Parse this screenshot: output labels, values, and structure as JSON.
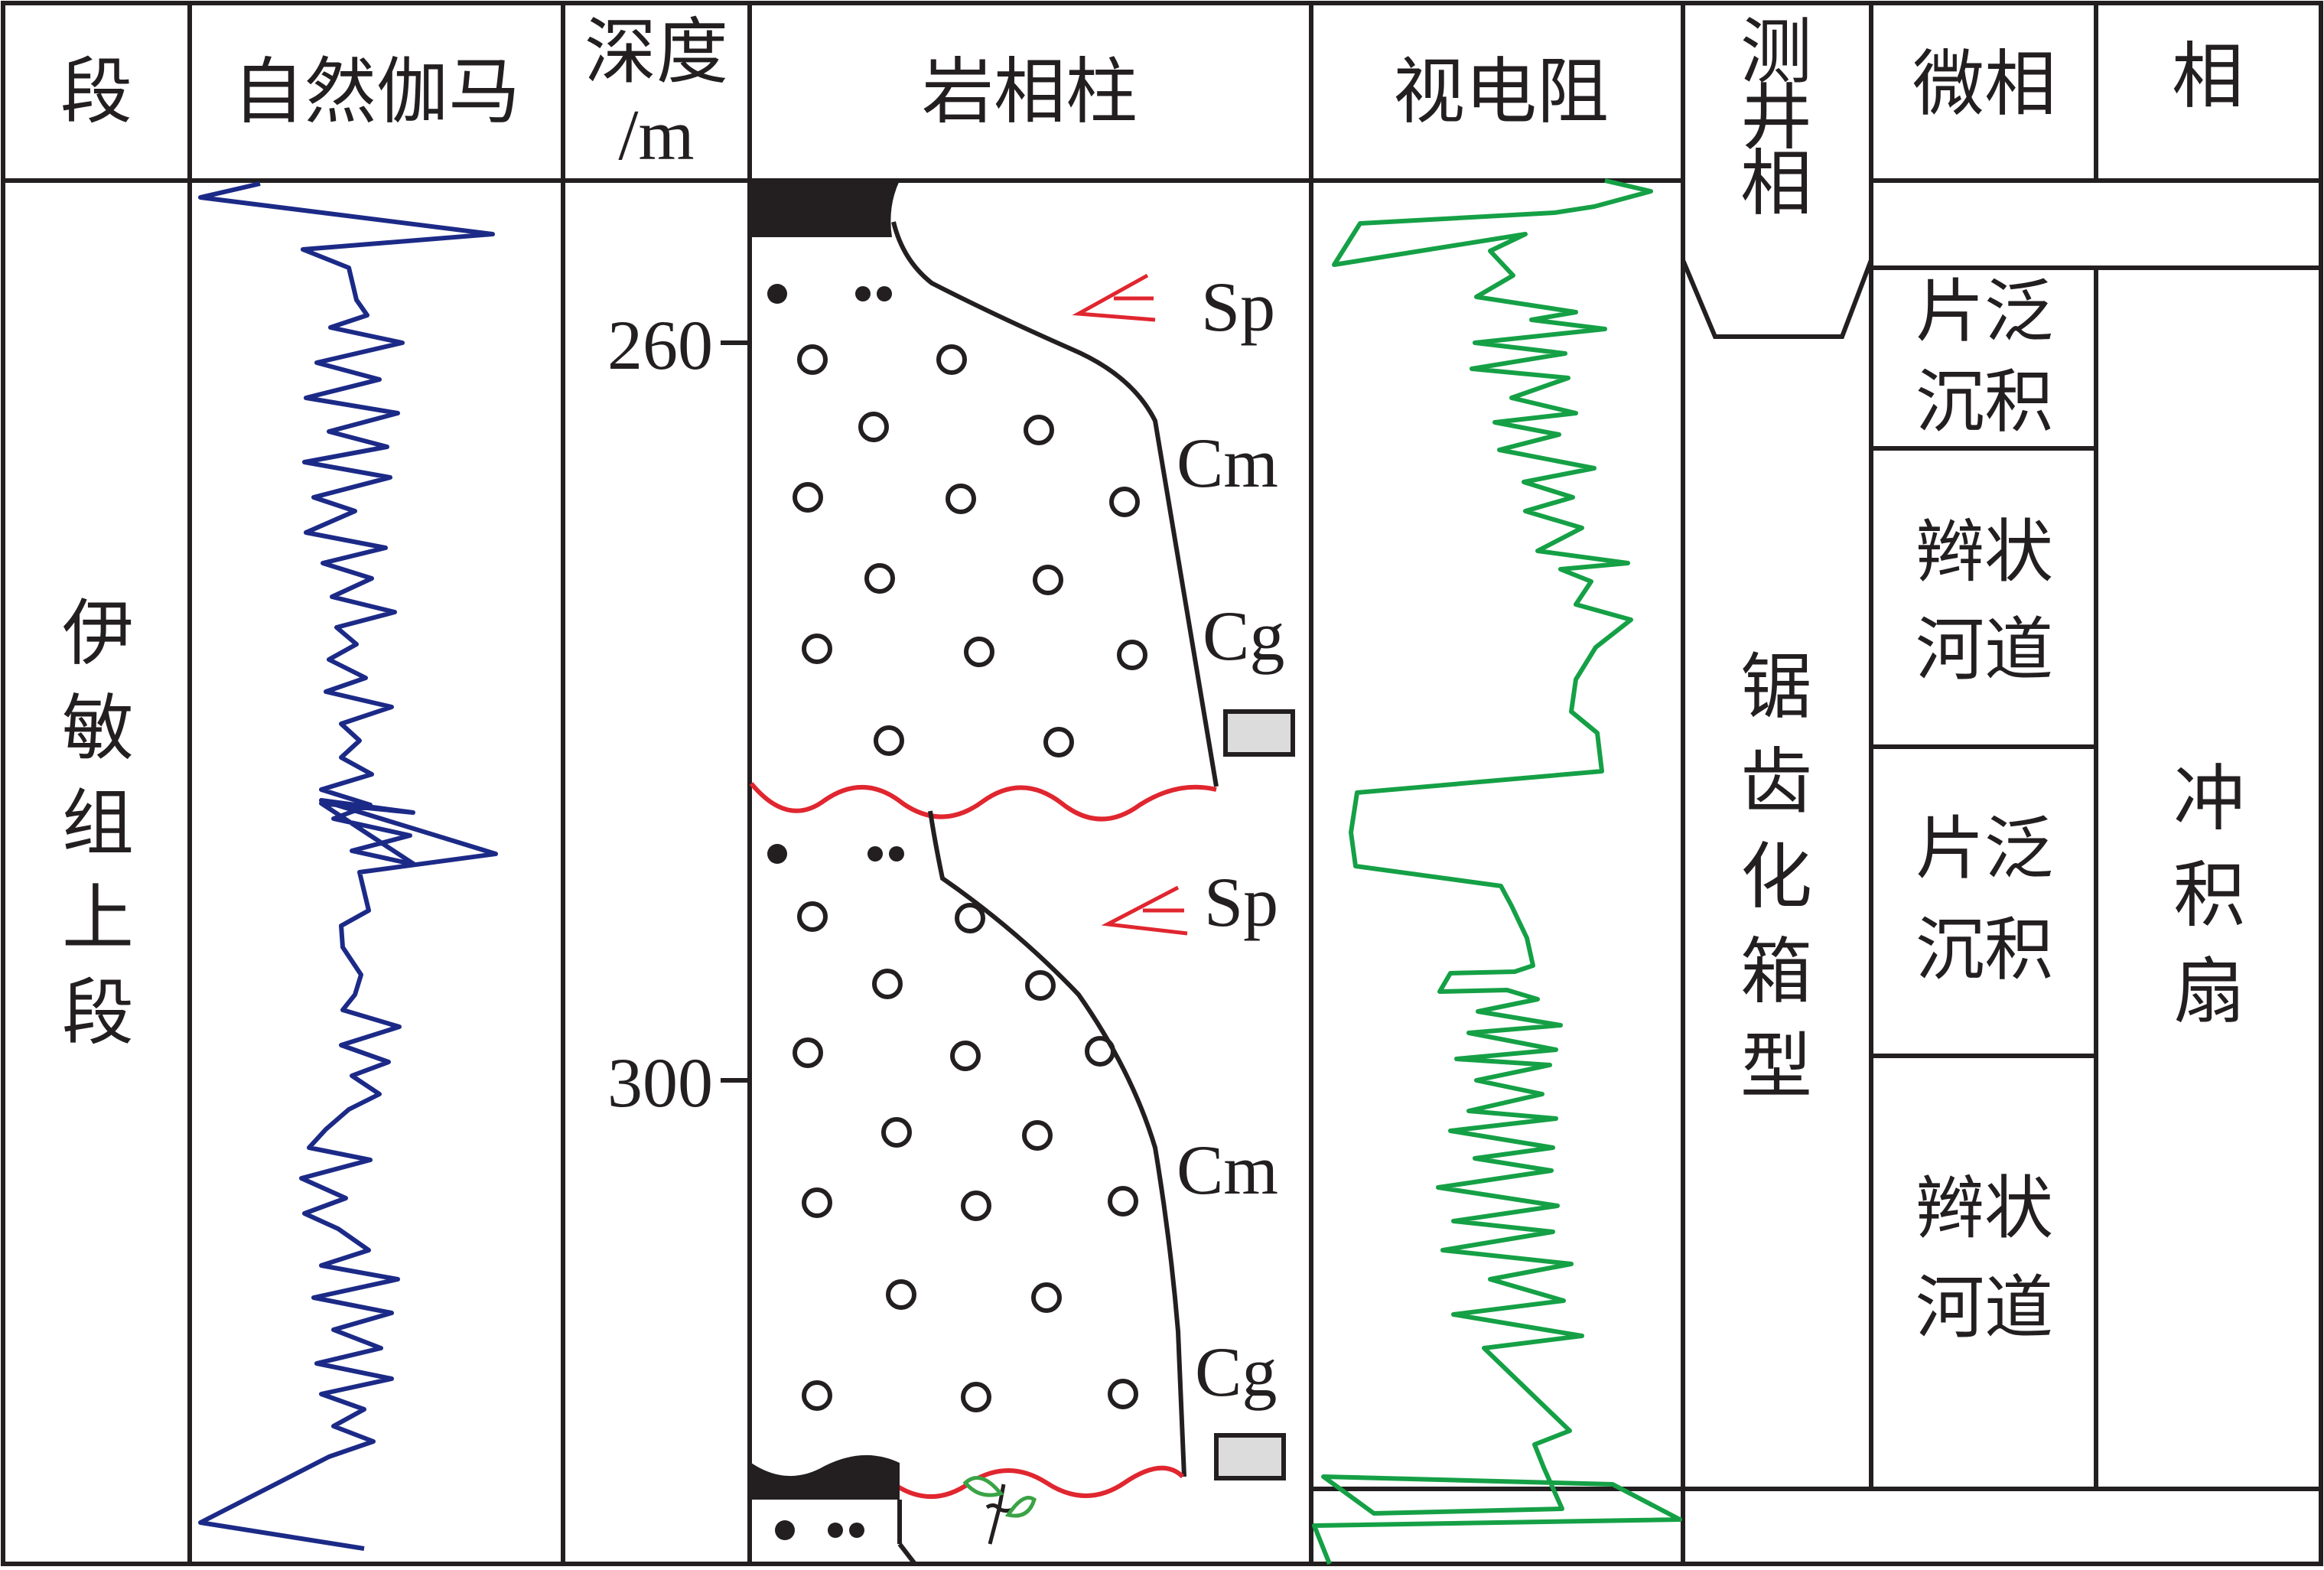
{
  "headers": {
    "duan": "段",
    "gamma": "自然伽马",
    "depth_1": "深度",
    "depth_2": "/m",
    "lithology": "岩相柱",
    "resistivity": "视电阻",
    "logfacies": "测井相",
    "microfacies": "微相",
    "facies": "相"
  },
  "member": "伊敏组上段",
  "depth_ticks": [
    "260",
    "300"
  ],
  "lithofacies_codes": {
    "upper": [
      "Sp",
      "Cm",
      "Cg"
    ],
    "lower": [
      "Sp",
      "Cm",
      "Cg"
    ]
  },
  "log_facies": "锯齿化箱型",
  "microfacies": [
    "片泛沉积",
    "辫状河道",
    "片泛沉积",
    "辫状河道"
  ],
  "facies": "冲积扇",
  "colors": {
    "gamma_curve": "#1c2a87",
    "resistivity_curve": "#15a046",
    "erosion_surface": "#e0262f",
    "cross_bedding": "#e0262f",
    "coal": "#231f20",
    "gravel_box": "#dcdcdc",
    "plant_fossil": "#3aa345"
  }
}
